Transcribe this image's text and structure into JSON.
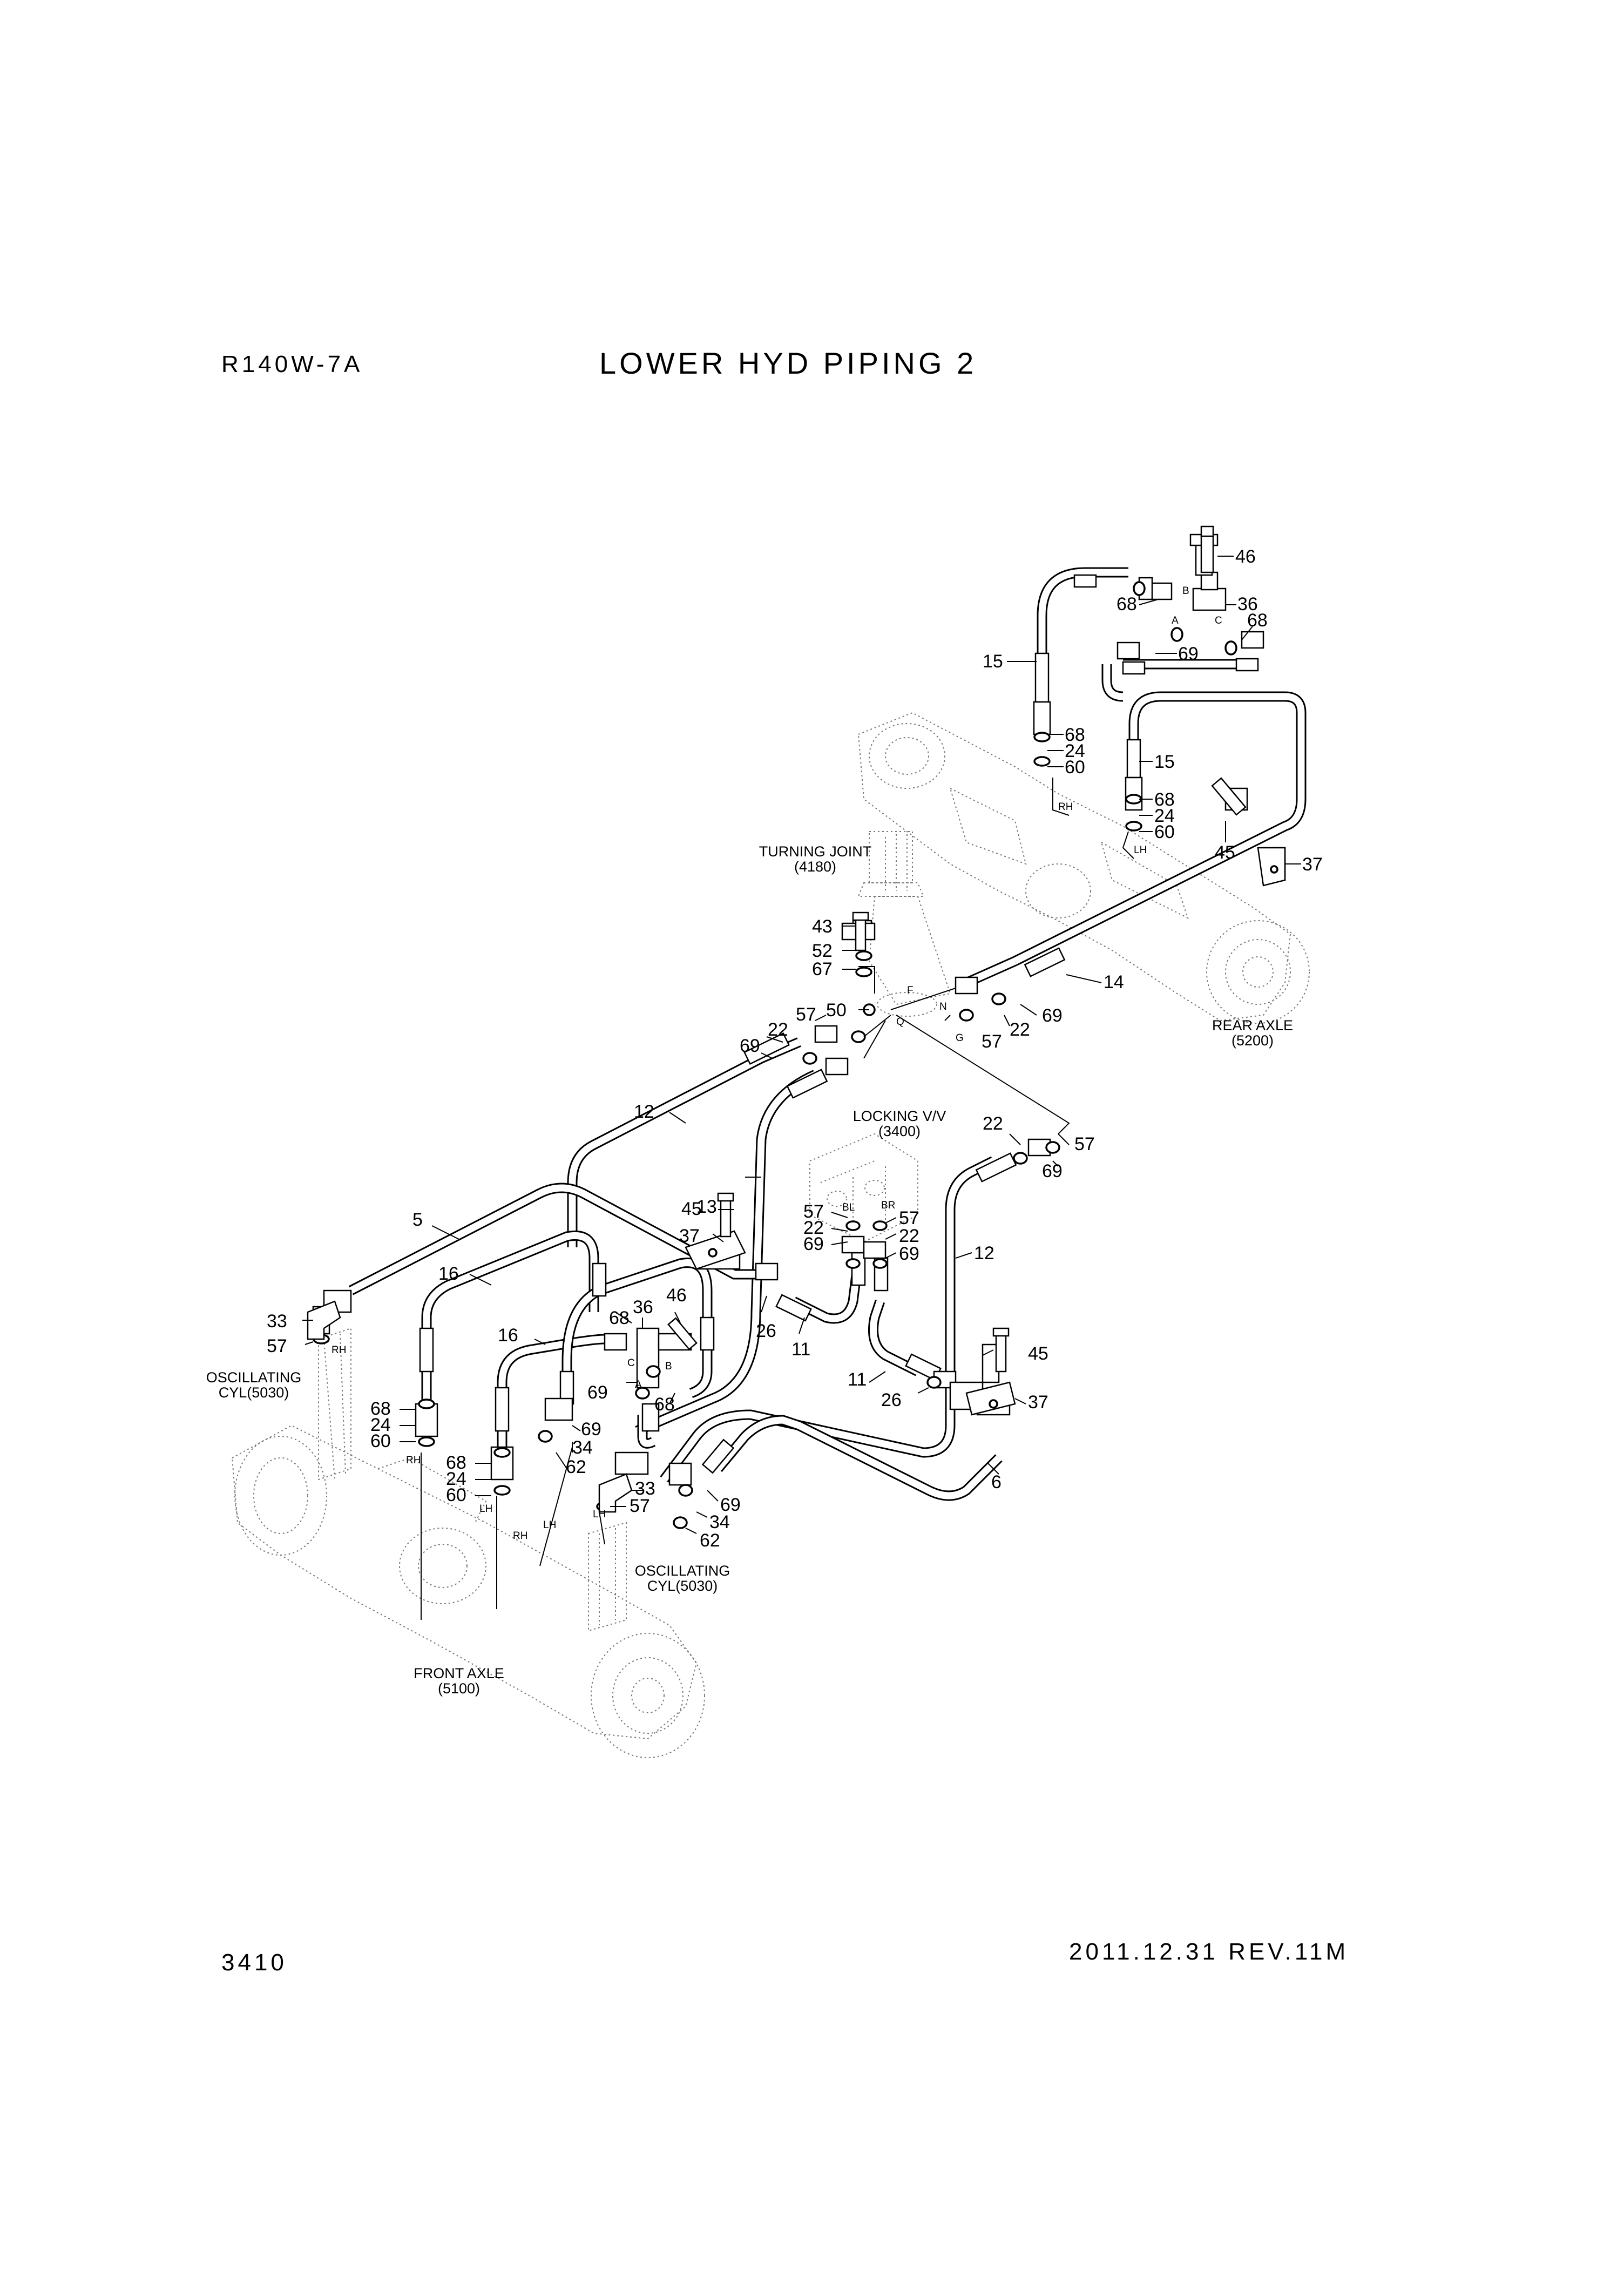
{
  "header": {
    "model": "R140W-7A",
    "title": "LOWER HYD PIPING 2"
  },
  "footer": {
    "page_number": "3410",
    "revision": "2011.12.31  REV.11M"
  },
  "assemblies": {
    "turning_joint": [
      "TURNING JOINT",
      "(4180)"
    ],
    "rear_axle": [
      "REAR AXLE",
      "(5200)"
    ],
    "locking_valve": [
      "LOCKING V/V",
      "(3400)"
    ],
    "osc_cyl_rh": [
      "OSCILLATING",
      "CYL(5030)"
    ],
    "osc_cyl_lh": [
      "OSCILLATING",
      "CYL(5030)"
    ],
    "front_axle": [
      "FRONT AXLE",
      "(5100)"
    ]
  },
  "port_labels": {
    "a1": "A",
    "b1": "B",
    "c1": "C",
    "f": "F",
    "q": "Q",
    "n": "N",
    "g": "G",
    "bl": "BL",
    "br": "BR",
    "a2": "A",
    "b2": "B",
    "c2": "C",
    "rh1": "RH",
    "lh1": "LH",
    "rh2": "RH",
    "rh3": "RH",
    "lh2": "LH",
    "lh3": "LH"
  },
  "callouts": {
    "c46a": "46",
    "c68a": "68",
    "c36a": "36",
    "c68b": "68",
    "c69a": "69",
    "c15a": "15",
    "c68c": "68",
    "c24a": "24",
    "c60a": "60",
    "c15b": "15",
    "c68d": "68",
    "c24b": "24",
    "c60b": "60",
    "c45a": "45",
    "c37a": "37",
    "c43": "43",
    "c52": "52",
    "c67": "67",
    "c14": "14",
    "c50": "50",
    "c57a": "57",
    "c69b": "69",
    "c22a": "22",
    "c57b": "57",
    "c22b": "22",
    "c69c": "69",
    "c12a": "12",
    "c22c": "22",
    "c69d": "69",
    "c57c": "57",
    "c13": "13",
    "c45b": "45",
    "c57d": "57",
    "c22d": "22",
    "c69e": "69",
    "c57e": "57",
    "c22e": "22",
    "c69f": "69",
    "c12b": "12",
    "c37b": "37",
    "c5": "5",
    "c16a": "16",
    "c36b": "36",
    "c68e": "68",
    "c46b": "46",
    "c26a": "26",
    "c11a": "11",
    "c33a": "33",
    "c57f": "57",
    "c16b": "16",
    "c69g": "69",
    "c68f": "68",
    "c69h": "69",
    "c34a": "34",
    "c62a": "62",
    "c68g": "68",
    "c24c": "24",
    "c60c": "60",
    "c68h": "68",
    "c24d": "24",
    "c60d": "60",
    "c33b": "33",
    "c57g": "57",
    "c69i": "69",
    "c34b": "34",
    "c62b": "62",
    "c45c": "45",
    "c37c": "37",
    "c11b": "11",
    "c26b": "26",
    "c6": "6"
  }
}
